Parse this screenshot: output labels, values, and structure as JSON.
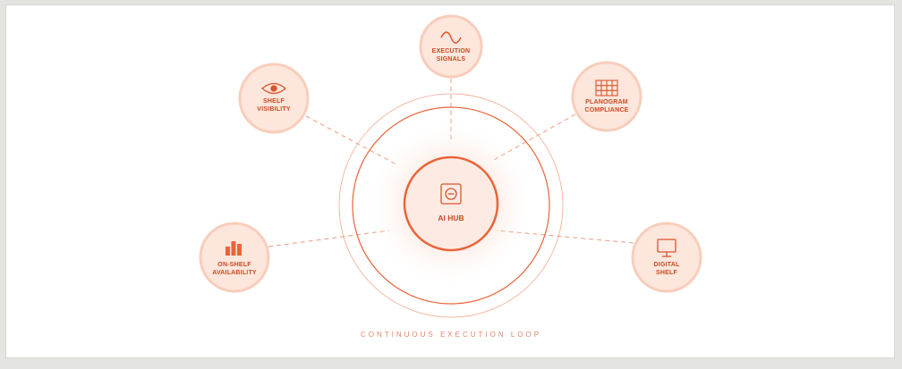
{
  "hub": {
    "label": "AI HUB",
    "icon": "hub-chip-icon"
  },
  "nodes": [
    {
      "id": "execution-signals",
      "lines": [
        "EXECUTION",
        "SIGNALS"
      ],
      "icon": "waveform-icon"
    },
    {
      "id": "shelf-visibility",
      "lines": [
        "SHELF",
        "VISIBILITY"
      ],
      "icon": "eye-icon"
    },
    {
      "id": "planogram-compliance",
      "lines": [
        "PLANOGRAM",
        "COMPLIANCE"
      ],
      "icon": "grid-icon"
    },
    {
      "id": "on-shelf-availability",
      "lines": [
        "ON-SHELF",
        "AVAILABILITY"
      ],
      "icon": "bar-chart-icon"
    },
    {
      "id": "digital-shelf",
      "lines": [
        "DIGITAL",
        "SHELF"
      ],
      "icon": "monitor-icon"
    }
  ],
  "footer": "CONTINUOUS EXECUTION LOOP",
  "colors": {
    "accent": "#e8653a",
    "accent_dark": "#c94a22",
    "node_fill": "#fde6dc",
    "node_ring": "#f8cdbb",
    "line": "#ef9a7c",
    "background": "#ffffff"
  }
}
